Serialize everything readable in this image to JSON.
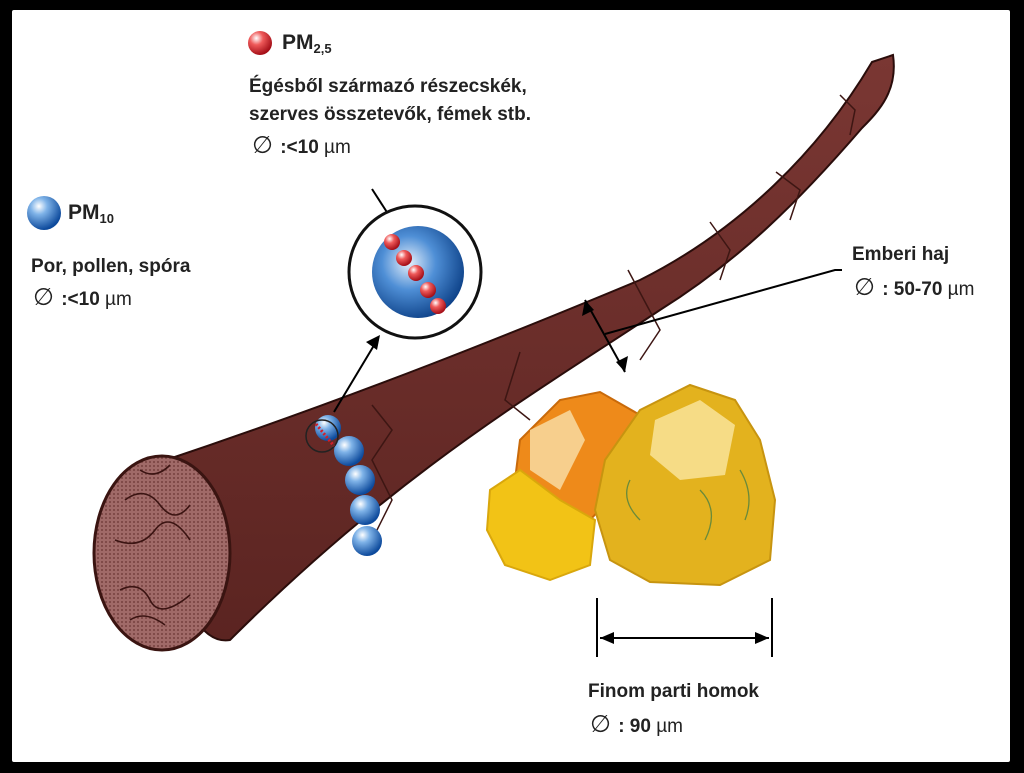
{
  "pm25": {
    "name": "PM",
    "sub": "2,5",
    "description_1": "Égésből származó részecskék,",
    "description_2": "szerves összetevők, fémek stb.",
    "diameter_symbol": "∅",
    "diameter_prefix": ":<",
    "diameter_value": "10",
    "diameter_unit": "µm"
  },
  "pm10": {
    "name": "PM",
    "sub": "10",
    "description": "Por, pollen, spóra",
    "diameter_symbol": "∅",
    "diameter_prefix": ":<",
    "diameter_value": "10",
    "diameter_unit": "µm"
  },
  "hair": {
    "label": "Emberi haj",
    "diameter_symbol": "∅",
    "diameter_value": ": 50-70",
    "diameter_unit": "µm"
  },
  "sand": {
    "label": "Finom parti homok",
    "diameter_symbol": "∅",
    "diameter_value": ": 90",
    "diameter_unit": "µm"
  },
  "colors": {
    "hair": "#6e2f2b",
    "hair_dark": "#4a1d1a",
    "pm10_blue": "#1e6fc8",
    "pm25_red": "#d11f2a",
    "sand_orange": "#ee8a1a",
    "sand_yellow": "#e9b51c"
  }
}
